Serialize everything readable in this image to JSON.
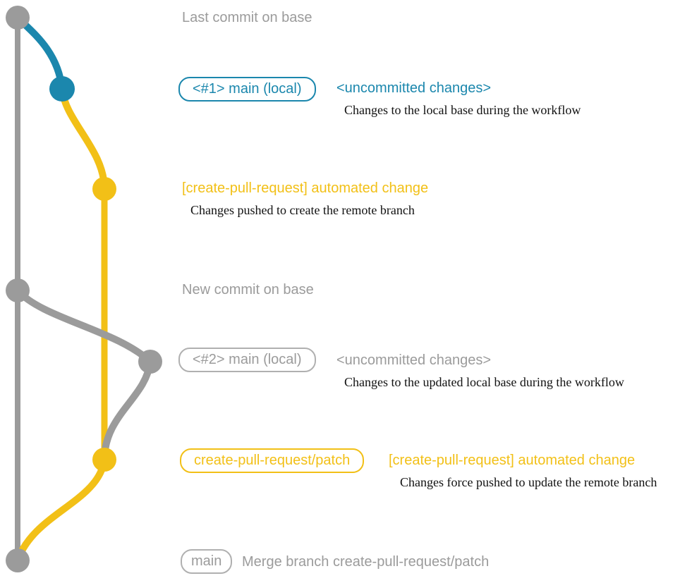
{
  "colors": {
    "gray": "#9b9b9b",
    "blue": "#1b87ad",
    "yellow": "#f2c017",
    "graylight": "#b0b0b0",
    "black": "#111111"
  },
  "graph": {
    "branches": [
      {
        "name": "base",
        "color_key": "gray"
      },
      {
        "name": "main-local",
        "color_key": "blue"
      },
      {
        "name": "create-pull-request-patch",
        "color_key": "yellow"
      }
    ],
    "commit_count": 7
  },
  "diagram": {
    "rows": [
      {
        "title": "Last commit on base"
      },
      {
        "badge": "<#1> main (local)",
        "status": "<uncommitted changes>",
        "description": "Changes to the local base during the workflow"
      },
      {
        "title": "[create-pull-request] automated change",
        "description": "Changes pushed to create the remote branch"
      },
      {
        "title": "New commit on base"
      },
      {
        "badge": "<#2> main (local)",
        "status": "<uncommitted changes>",
        "description": "Changes to the updated local base during the workflow"
      },
      {
        "badge": "create-pull-request/patch",
        "title": "[create-pull-request] automated change",
        "description": "Changes force pushed to update the remote branch"
      },
      {
        "badge": "main",
        "title": "Merge branch create-pull-request/patch"
      }
    ]
  }
}
